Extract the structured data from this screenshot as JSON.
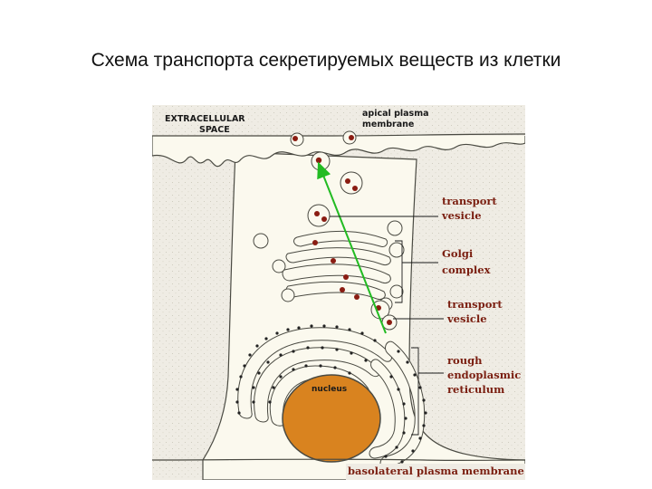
{
  "slide": {
    "title": "Схема транспорта секретируемых веществ из клетки"
  },
  "diagram": {
    "labels": {
      "extracellular_1": "EXTRACELLULAR",
      "extracellular_2": "SPACE",
      "apical_1": "apical plasma",
      "apical_2": "membrane",
      "transport_top_1": "transport",
      "transport_top_2": "vesicle",
      "golgi_1": "Golgi",
      "golgi_2": "complex",
      "transport_mid_1": "transport",
      "transport_mid_2": "vesicle",
      "rough_1": "rough",
      "rough_2": "endoplasmic",
      "rough_3": "reticulum",
      "nucleus": "nucleus",
      "basolateral": "basolateral plasma membrane"
    },
    "colors": {
      "background": "#efece4",
      "organelle_fill": "#fbf9ee",
      "membrane_stroke": "#4a4a42",
      "nucleus_fill": "#d9831f",
      "cargo_dot": "#8a1c12",
      "ribosome": "#222222",
      "arrow": "#22bb22",
      "label_red": "#7a1e10"
    }
  }
}
